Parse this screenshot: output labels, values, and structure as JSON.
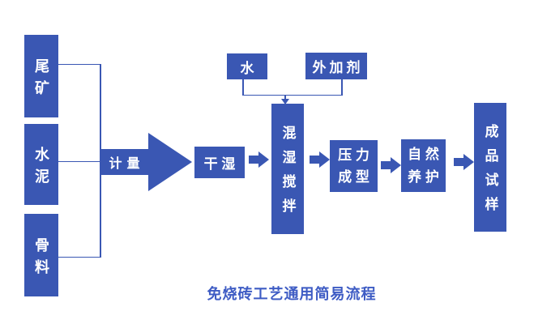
{
  "diagram": {
    "title": "免烧砖工艺通用简易流程",
    "colors": {
      "primary": "#3a57b3",
      "text_on_primary": "#ffffff",
      "title_text": "#3e5cc4",
      "background": "#ffffff"
    },
    "inputs": [
      {
        "label": "尾矿"
      },
      {
        "label": "水泥"
      },
      {
        "label": "骨料"
      }
    ],
    "additives": [
      {
        "label": "水"
      },
      {
        "label": "外加剂"
      }
    ],
    "metering_arrow": {
      "label": "计量"
    },
    "steps": [
      {
        "label": "干 湿"
      },
      {
        "label": "混湿搅拌"
      },
      {
        "label": "压 力\n成 型"
      },
      {
        "label": "自 然\n养 护"
      },
      {
        "label": "成品试样"
      }
    ]
  }
}
